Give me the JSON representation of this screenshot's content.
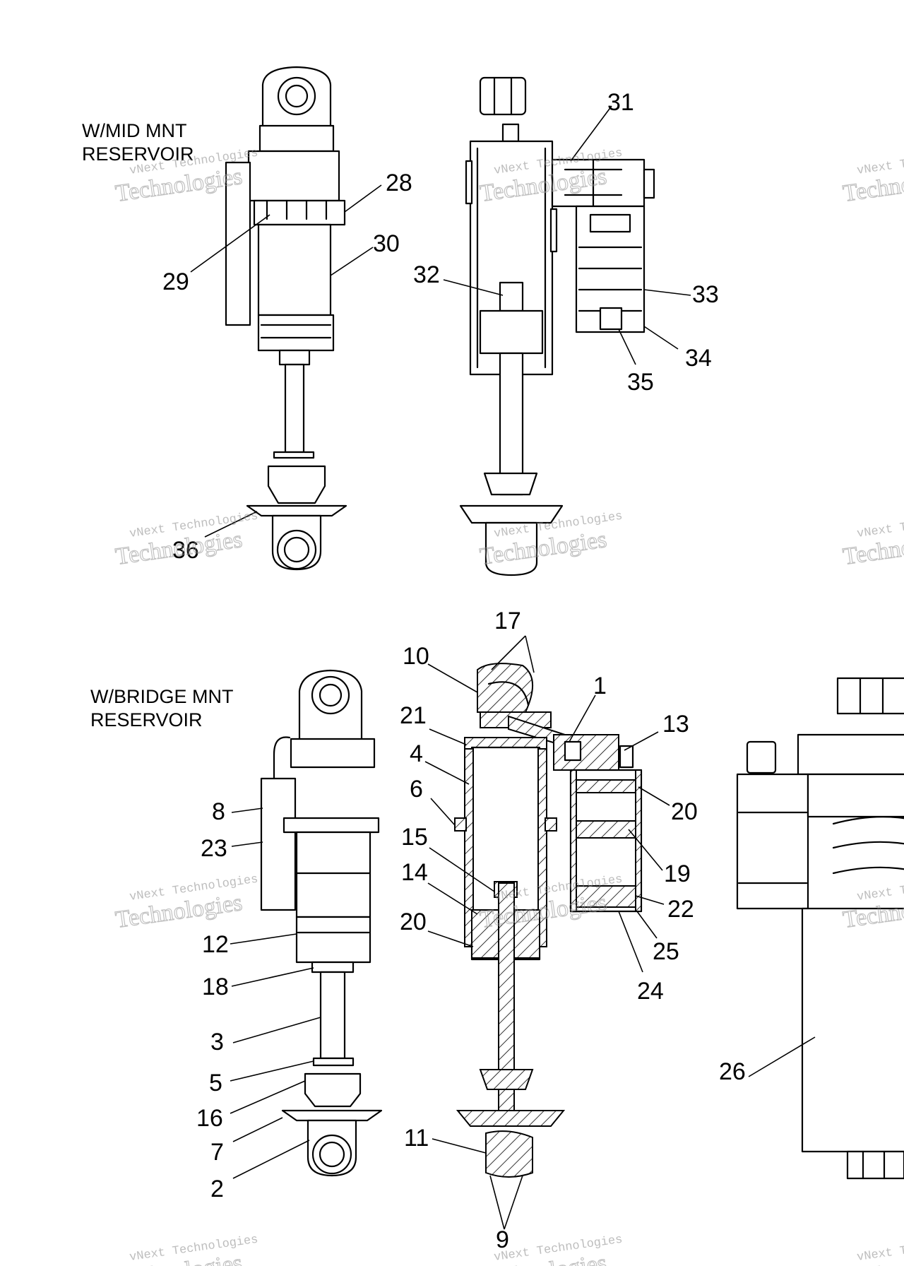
{
  "titles": {
    "mid": [
      "W/MID MNT",
      "RESERVOIR"
    ],
    "bridge": [
      "W/BRIDGE MNT",
      "RESERVOIR"
    ]
  },
  "watermark": {
    "line1": "vNext Technologies",
    "line2": "Technologies"
  },
  "callouts": {
    "c1": "1",
    "c2": "2",
    "c3": "3",
    "c4": "4",
    "c5": "5",
    "c6": "6",
    "c7": "7",
    "c8": "8",
    "c9": "9",
    "c10": "10",
    "c11": "11",
    "c12": "12",
    "c13": "13",
    "c14": "14",
    "c15": "15",
    "c16": "16",
    "c17": "17",
    "c18": "18",
    "c19": "19",
    "c20a": "20",
    "c20b": "20",
    "c21": "21",
    "c22": "22",
    "c23": "23",
    "c24": "24",
    "c25": "25",
    "c26": "26",
    "c28": "28",
    "c29": "29",
    "c30": "30",
    "c31": "31",
    "c32": "32",
    "c33": "33",
    "c34": "34",
    "c35": "35",
    "c36": "36"
  }
}
